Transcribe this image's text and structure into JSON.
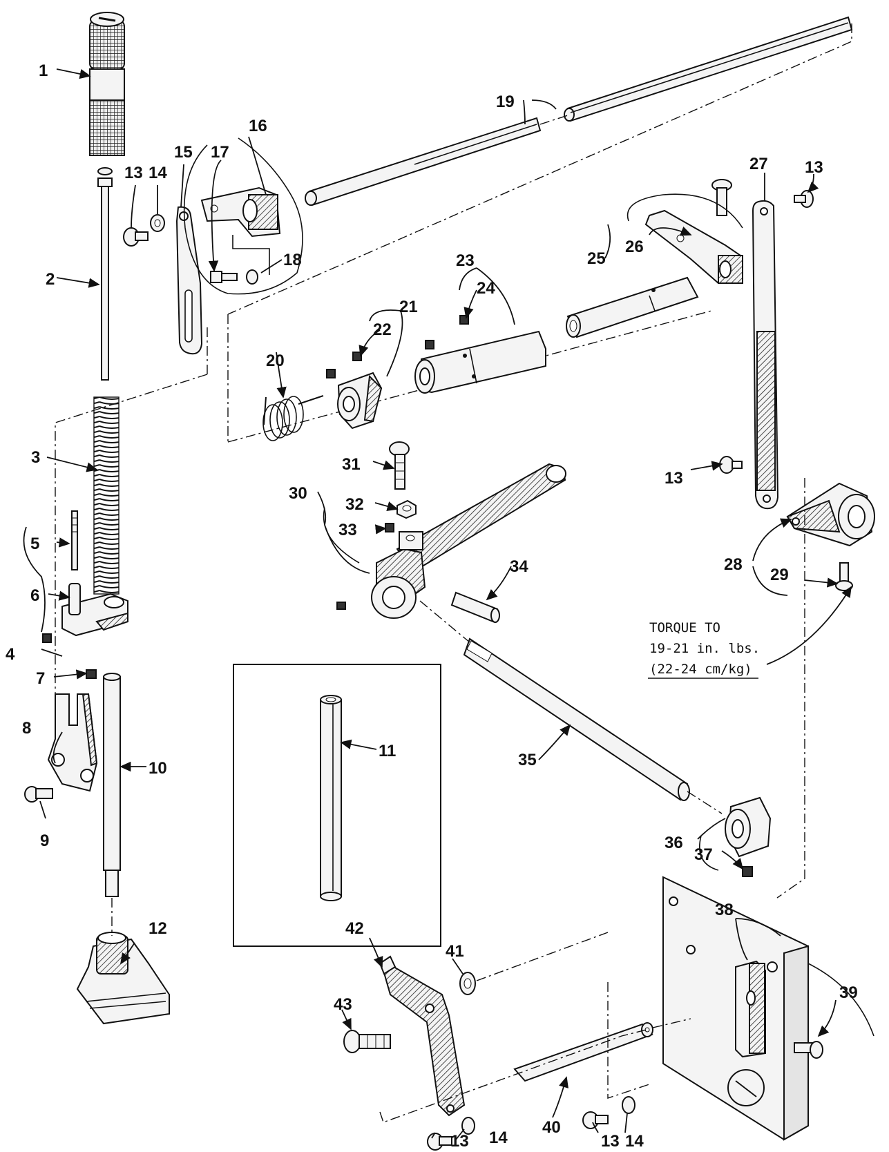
{
  "labels": {
    "l1": "1",
    "l2": "2",
    "l3": "3",
    "l4": "4",
    "l5": "5",
    "l6": "6",
    "l7": "7",
    "l8": "8",
    "l9": "9",
    "l10": "10",
    "l11": "11",
    "l12": "12",
    "l13a": "13",
    "l13b": "13",
    "l13c": "13",
    "l13d": "13",
    "l13e": "13",
    "l14a": "14",
    "l14b": "14",
    "l14c": "14",
    "l15": "15",
    "l16": "16",
    "l17": "17",
    "l18": "18",
    "l19": "19",
    "l20": "20",
    "l21": "21",
    "l22": "22",
    "l23": "23",
    "l24": "24",
    "l25": "25",
    "l26": "26",
    "l27": "27",
    "l28": "28",
    "l29": "29",
    "l30": "30",
    "l31": "31",
    "l32": "32",
    "l33": "33",
    "l34": "34",
    "l35": "35",
    "l36": "36",
    "l37": "37",
    "l38": "38",
    "l39": "39",
    "l40": "40",
    "l41": "41",
    "l42": "42",
    "l43": "43"
  },
  "torque_note": {
    "line1": "TORQUE TO",
    "line2": "19-21 in. lbs.",
    "line3": "(22-24 cm/kg)"
  }
}
